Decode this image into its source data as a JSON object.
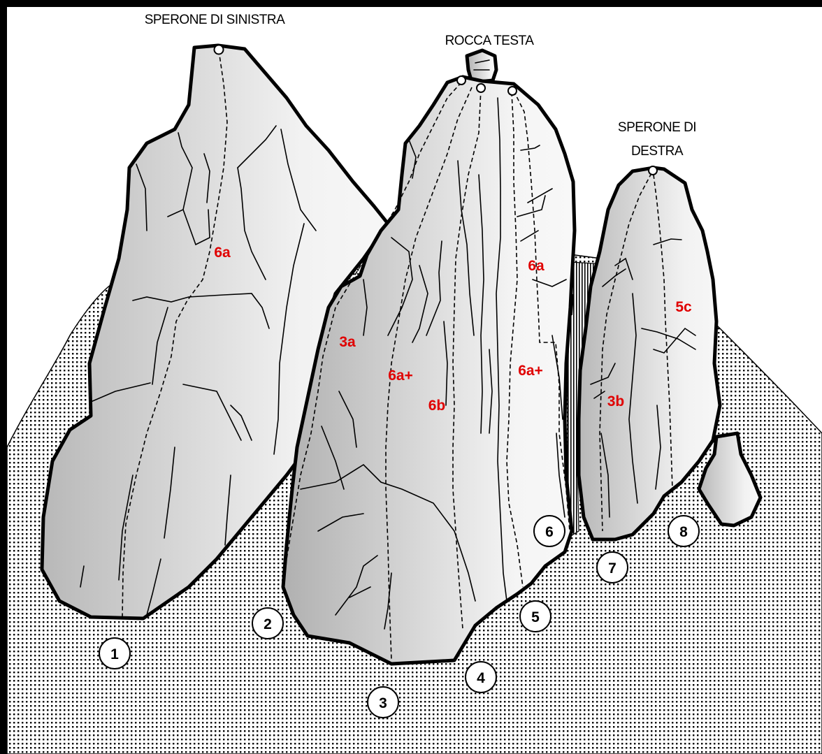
{
  "peaks": {
    "left": "SPERONE DI SINISTRA",
    "center": "ROCCA TESTA",
    "right_line1": "SPERONE DI",
    "right_line2": "DESTRA"
  },
  "grades": {
    "left_6a": "6a",
    "center_3a": "3a",
    "center_6a_plus": "6a+",
    "center_6b": "6b",
    "center_6a": "6a",
    "center_right_6a_plus": "6a+",
    "right_3b": "3b",
    "right_5c": "5c"
  },
  "route_numbers": [
    "1",
    "2",
    "3",
    "4",
    "5",
    "6",
    "7",
    "8"
  ],
  "colors": {
    "frame": "#000000",
    "ground": "#ffffff",
    "ground_dots": "#000000",
    "rock_dark": "#b8b8b8",
    "rock_light": "#f7f7f7",
    "grade_text": "#e00000"
  }
}
